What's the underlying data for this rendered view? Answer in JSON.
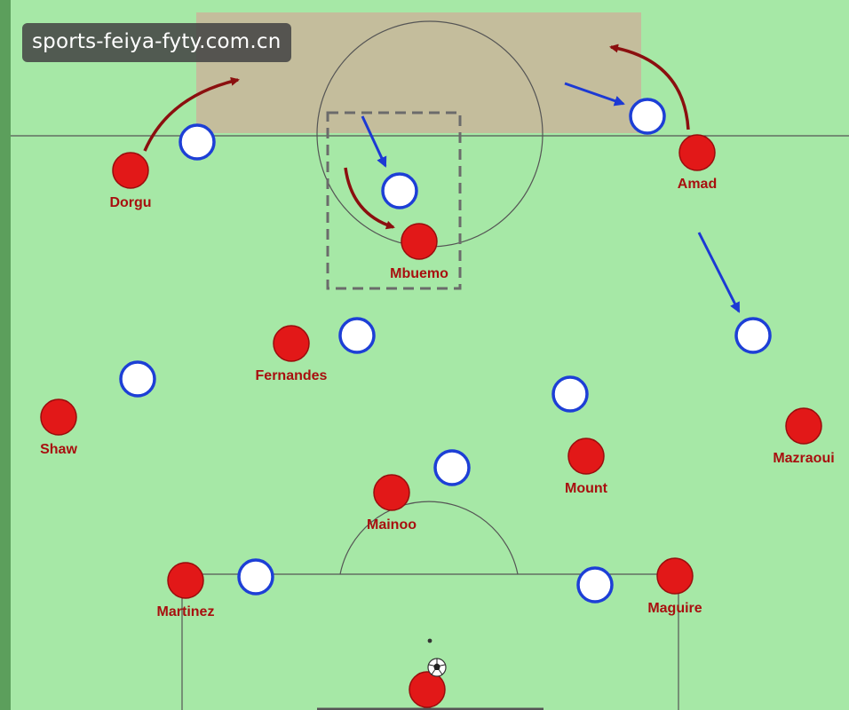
{
  "watermark": "sports-feiya-fyty.com.cn",
  "colors": {
    "pitch": "#a6e8a6",
    "side_strip": "#5c9f5c",
    "shaded_zone": "#c9b59a",
    "red_player": "#e21818",
    "blue_player_ring": "#1d3fd6",
    "red_arrow": "#8b0f0f",
    "blue_arrow": "#1c39d4",
    "label": "#a80f0f"
  },
  "red_players": [
    {
      "name": "Dorgu"
    },
    {
      "name": "Amad"
    },
    {
      "name": "Mbuemo"
    },
    {
      "name": "Fernandes"
    },
    {
      "name": "Shaw"
    },
    {
      "name": "Mazraoui"
    },
    {
      "name": "Mount"
    },
    {
      "name": "Mainoo"
    },
    {
      "name": "Martinez"
    },
    {
      "name": "Maguire"
    },
    {
      "name": ""
    }
  ],
  "blue_players_count": 10,
  "icons": {
    "ball": "soccer-ball-icon",
    "arrow_red": "curved-arrow-icon",
    "arrow_blue": "straight-arrow-icon"
  }
}
